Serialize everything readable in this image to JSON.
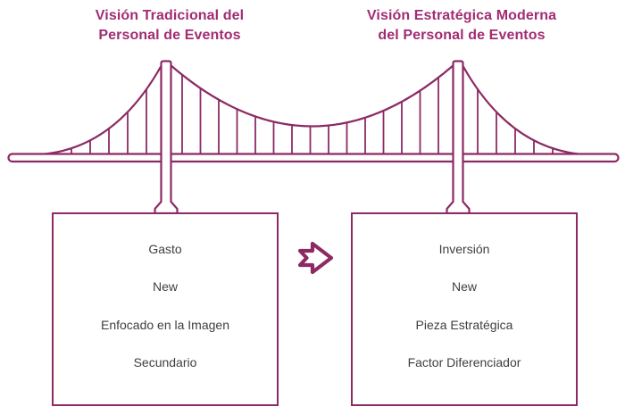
{
  "diagram": {
    "left": {
      "title_line1": "Visión Tradicional del",
      "title_line2": "Personal de Eventos",
      "items": [
        "Gasto",
        "New",
        "Enfocado en la Imagen",
        "Secundario"
      ]
    },
    "right": {
      "title_line1": "Visión Estratégica Moderna",
      "title_line2": "del Personal de Eventos",
      "items": [
        "Inversión",
        "New",
        "Pieza Estratégica",
        "Factor Diferenciador"
      ]
    },
    "icons": {
      "bridge": "suspension-bridge",
      "arrow": "arrow-right"
    },
    "colors": {
      "line": "#8d2a64",
      "title_text": "#a12c72",
      "body_text": "#3f3f3f",
      "background": "#ffffff"
    }
  }
}
